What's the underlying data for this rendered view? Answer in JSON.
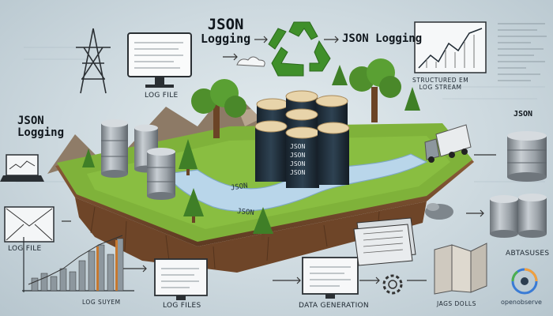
{
  "titles": {
    "center_line1": "JSON",
    "center_line2": "Logging",
    "right_title": "JSON Logging",
    "left_line1": "JSON",
    "left_line2": "Logging",
    "top_right_json": "JSON"
  },
  "labels": {
    "log_file_top": "LOG FILE",
    "structured_line1": "STRUCTURED EM",
    "structured_line2": "LOG STREAM",
    "log_file_left": "LOG FILE",
    "log_system": "LOG SUYEM",
    "log_files": "LOG FILES",
    "data_generation": "DATA GENERATION",
    "databases": "ABTASUSES",
    "tools": "JAGS DOLLS",
    "brand": "openobserve"
  },
  "river_labels": [
    "JSON",
    "JSON"
  ],
  "log_stack_text": [
    "JSON",
    "JSON",
    "JSON",
    "JSON"
  ],
  "colors": {
    "grass": "#7fb23a",
    "soil": "#8a5a36",
    "recycle": "#3f8f2a",
    "river": "#b9d6ea",
    "cylinder": "#aeb4ba",
    "log_dark": "#243342"
  }
}
